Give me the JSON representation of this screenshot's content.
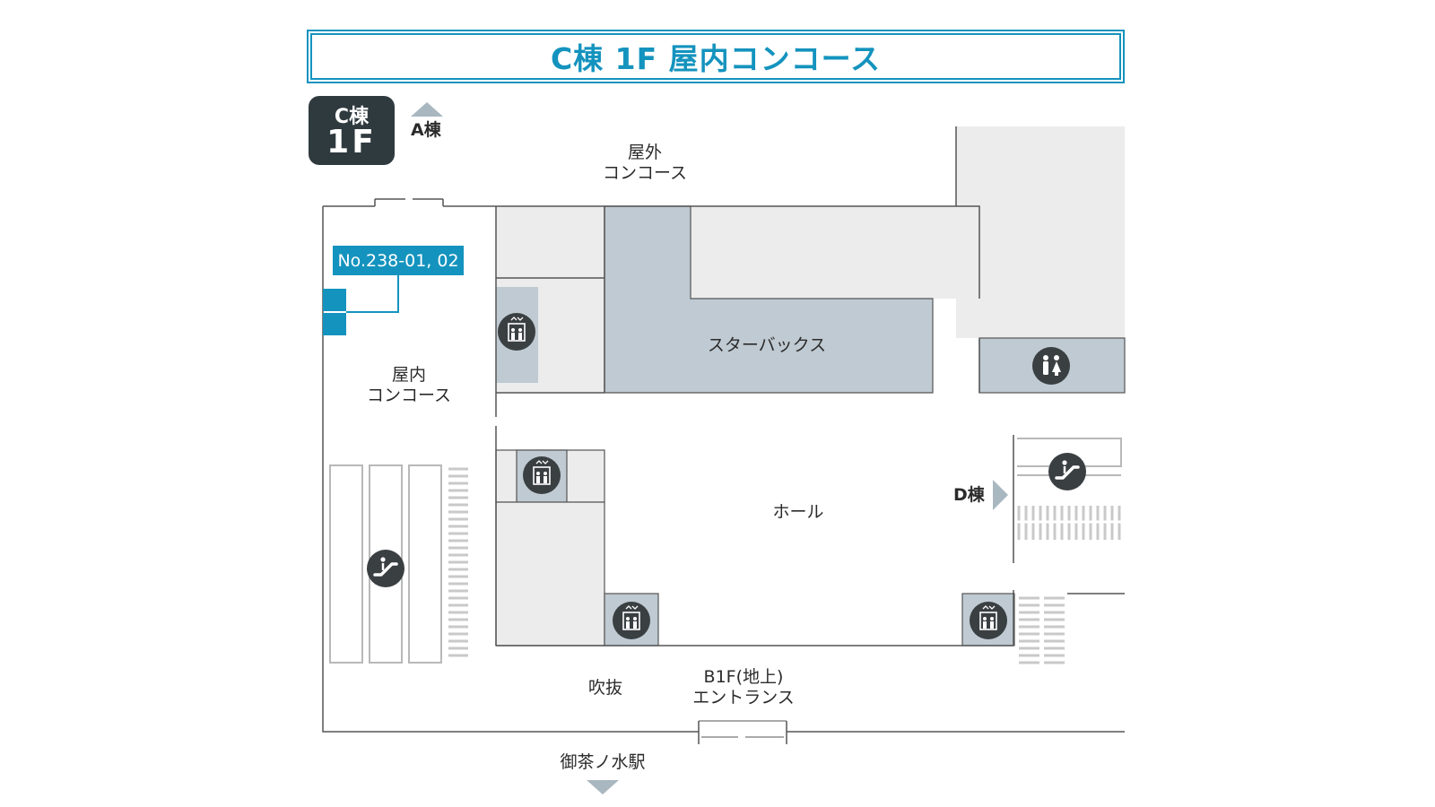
{
  "header": {
    "title": "C棟 1F 屋内コンコース"
  },
  "floor_badge": {
    "building": "C棟",
    "floor": "1F"
  },
  "directions": {
    "a_building": "A棟",
    "d_building": "D棟",
    "station": "御茶ノ水駅"
  },
  "areas": {
    "outdoor_concourse_line1": "屋外",
    "outdoor_concourse_line2": "コンコース",
    "indoor_concourse_line1": "屋内",
    "indoor_concourse_line2": "コンコース",
    "starbucks": "スターバックス",
    "hall": "ホール",
    "atrium": "吹抜",
    "entrance_line1": "B1F(地上)",
    "entrance_line2": "エントランス"
  },
  "highlight": {
    "store_number": "No.238-01, 02"
  },
  "icons": {
    "elevator": "elevator-icon",
    "escalator": "escalator-icon",
    "restroom": "restroom-icon"
  },
  "colors": {
    "accent": "#1493be",
    "badge": "#2f3a3f",
    "room_light": "#ececec",
    "room_blue": "#bfcad2",
    "icon_dark": "#3a3f42"
  }
}
